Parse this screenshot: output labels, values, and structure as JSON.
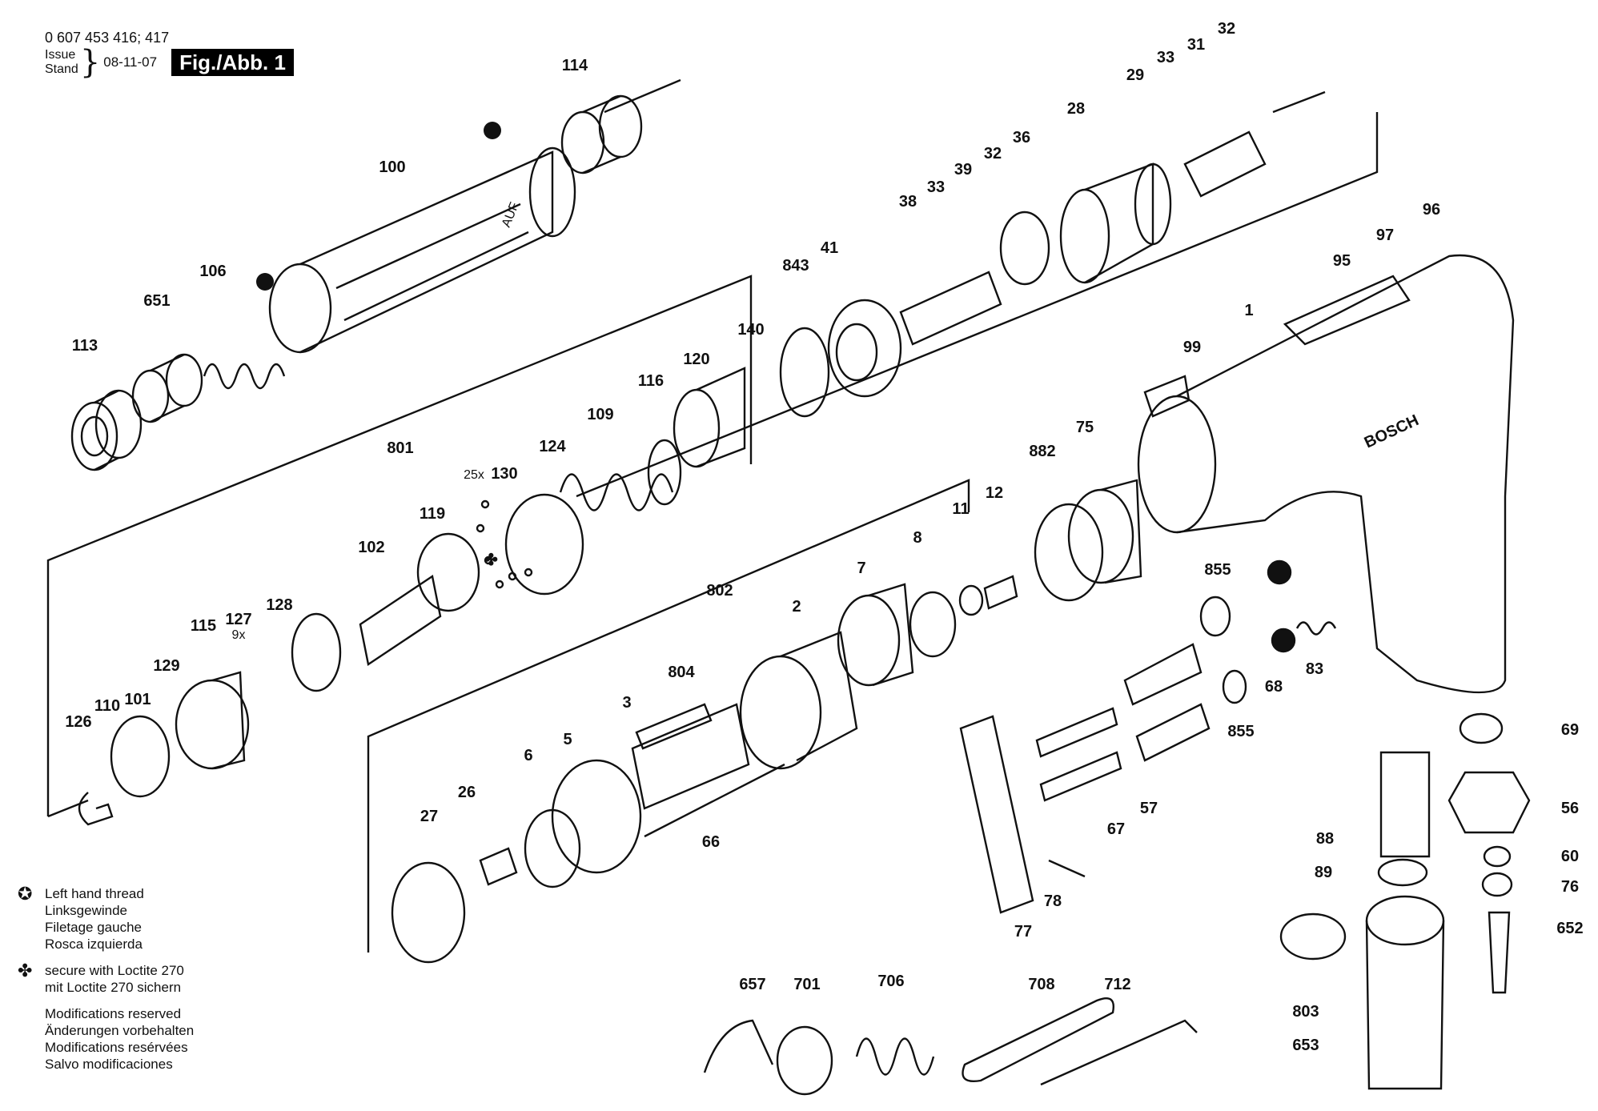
{
  "header": {
    "doc_number": "0 607 453 416; 417",
    "issue_label": "Issue",
    "stand_label": "Stand",
    "issue_date": "08-11-07",
    "figure_label": "Fig./Abb. 1"
  },
  "legend": {
    "left_thread": [
      "Left hand thread",
      "Linksgewinde",
      "Filetage gauche",
      "Rosca izquierda"
    ],
    "loctite": [
      "secure with Loctite 270",
      "mit Loctite 270 sichern"
    ],
    "modifications": [
      "Modifications reserved",
      "Änderungen vorbehalten",
      "Modifications resérvées",
      "Salvo modificaciones"
    ]
  },
  "diagram": {
    "brand_text": "BOSCH",
    "scale_text": "AUF",
    "part_labels": [
      "114",
      "100",
      "106",
      "651",
      "113",
      "140",
      "120",
      "116",
      "109",
      "124",
      "130",
      "801",
      "119",
      "102",
      "128",
      "127",
      "115",
      "129",
      "101",
      "110",
      "126",
      "843",
      "41",
      "38",
      "33",
      "39",
      "32",
      "36",
      "28",
      "29",
      "33",
      "31",
      "32",
      "96",
      "97",
      "95",
      "99",
      "1",
      "882",
      "75",
      "12",
      "11",
      "8",
      "7",
      "802",
      "2",
      "804",
      "3",
      "5",
      "6",
      "26",
      "27",
      "66",
      "855",
      "855",
      "57",
      "67",
      "68",
      "83",
      "69",
      "56",
      "60",
      "76",
      "652",
      "88",
      "89",
      "803",
      "653",
      "77",
      "78",
      "657",
      "701",
      "706",
      "708",
      "712"
    ],
    "quantity_notes": [
      "25x",
      "9x"
    ]
  }
}
